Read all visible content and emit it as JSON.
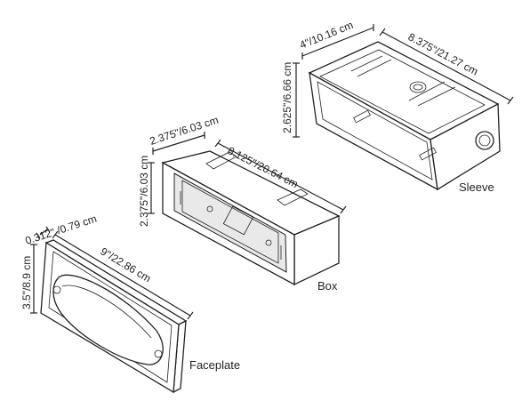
{
  "labels": {
    "sleeve": "Sleeve",
    "box": "Box",
    "faceplate": "Faceplate"
  },
  "dimensions": {
    "sleeve_width": "4\"/10.16 cm",
    "sleeve_length": "8.375\"/21.27 cm",
    "sleeve_height": "2.625\"/6.66 cm",
    "box_width": "2.375\"/6.03 cm",
    "box_length": "8.125\"/20.64 cm",
    "box_height": "2.375\"/6.03 cm",
    "faceplate_depth": "0.312\" /0.79 cm",
    "faceplate_length": "9\"/22.86 cm",
    "faceplate_height": "3.5\"/8.9 cm"
  }
}
